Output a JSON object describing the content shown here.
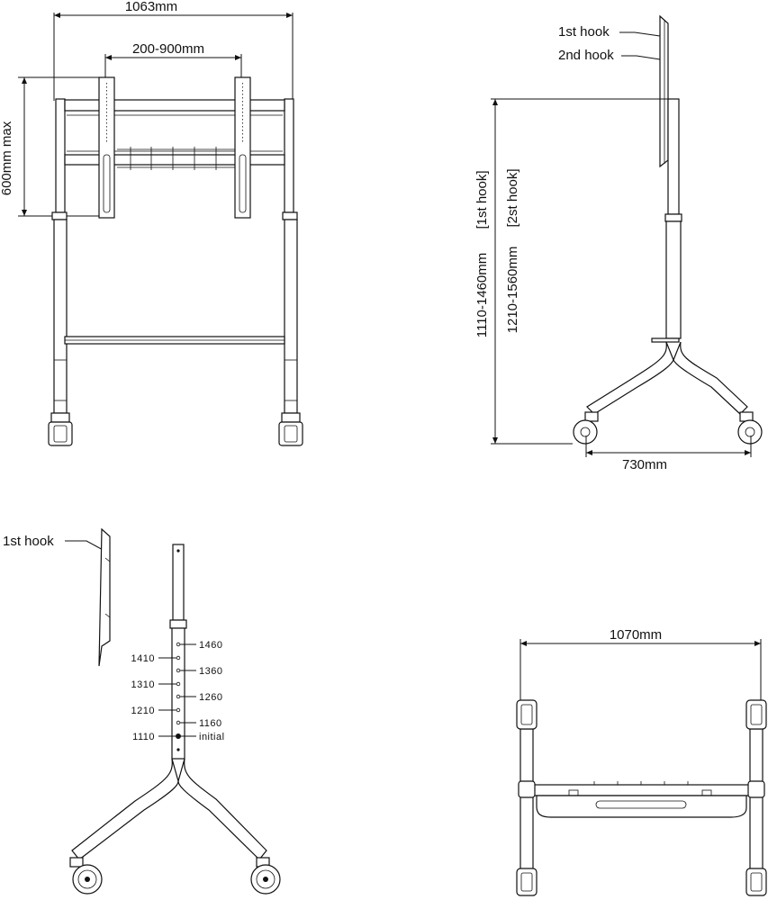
{
  "front_view": {
    "width_label": "1063mm",
    "bracket_label": "200-900mm",
    "height_label": "600mm  max"
  },
  "side_view": {
    "hook1_label": "1st hook",
    "hook2_label": "2nd hook",
    "range1_label": "1110-1460mm",
    "range1_tag": "[1st hook]",
    "range2_label": "1210-1560mm",
    "range2_tag": "[2st hook]",
    "base_label": "730mm"
  },
  "height_scale": {
    "hook_label": "1st hook",
    "left_values": [
      "1410",
      "1310",
      "1210",
      "1110"
    ],
    "right_values": [
      "1460",
      "1360",
      "1260",
      "1160",
      "initial"
    ]
  },
  "top_view": {
    "width_label": "1070mm"
  }
}
